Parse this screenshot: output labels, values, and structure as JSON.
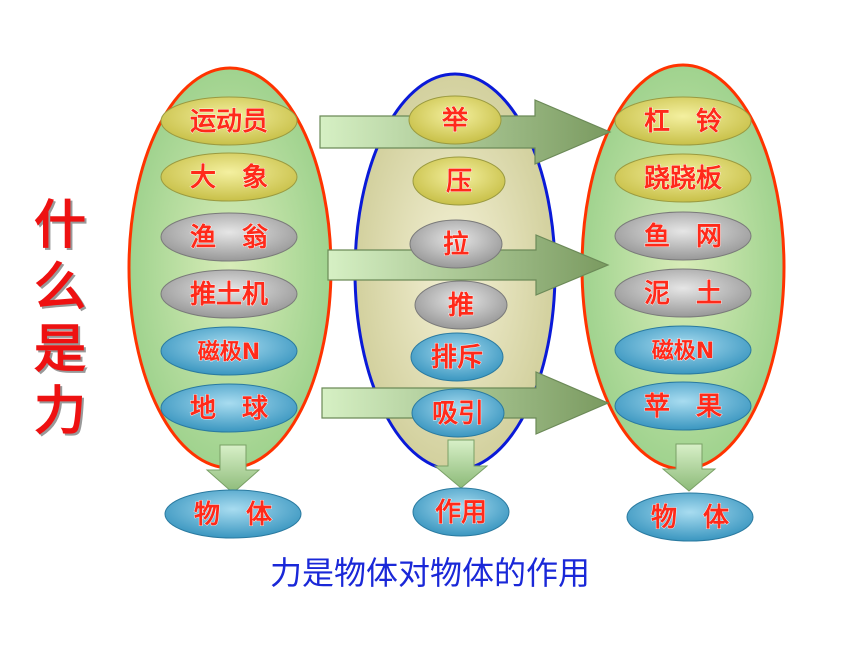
{
  "side_title": "什\n么\n是\n力",
  "caption": "力是物体对物体的作用",
  "colors": {
    "oval_border_red": "#ff3300",
    "oval_border_blue": "#0a1ad8",
    "pill_yellow": "#d8d060",
    "pill_grey": "#a8a8a8",
    "pill_blue": "#4aa6c8",
    "text_red": "#ff2a1a",
    "caption_blue": "#1a28d8"
  },
  "columns": {
    "agents": {
      "items": [
        "运动员",
        "大　象",
        "渔　翁",
        "推土机",
        "磁极N",
        "地　球"
      ],
      "styles": [
        "yellow",
        "yellow",
        "grey",
        "grey",
        "blue",
        "blue"
      ],
      "result": "物　体"
    },
    "actions": {
      "items": [
        "举",
        "压",
        "拉",
        "推",
        "排斥",
        "吸引"
      ],
      "styles": [
        "yellow",
        "yellow",
        "grey",
        "grey",
        "blue",
        "blue"
      ],
      "result": "作用"
    },
    "receivers": {
      "items": [
        "杠　铃",
        "跷跷板",
        "鱼　网",
        "泥　土",
        "磁极N",
        "苹　果"
      ],
      "styles": [
        "yellow",
        "yellow",
        "grey",
        "grey",
        "blue",
        "blue"
      ],
      "result": "物　体"
    }
  }
}
